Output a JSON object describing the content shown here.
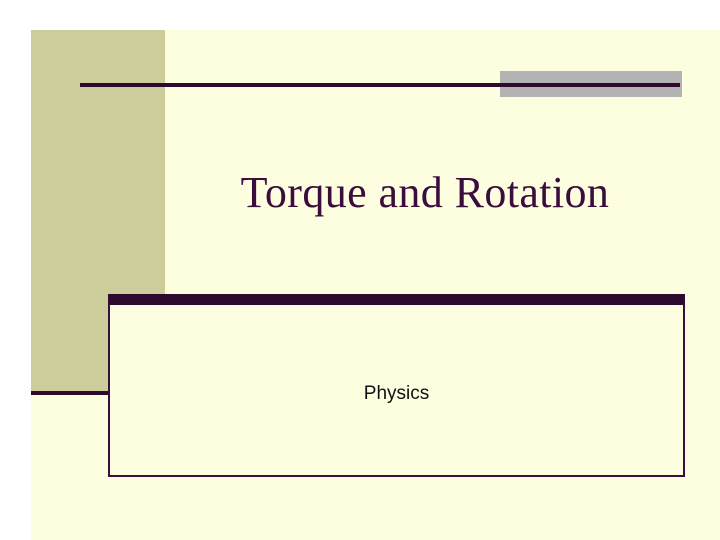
{
  "slide": {
    "title": "Torque and Rotation",
    "subtitle": "Physics",
    "decor": {
      "header_rule": "header-rule",
      "grey_accent_bar": "grey-accent-bar",
      "side_band": "olive-side-band",
      "band_foot_rule": "band-foot-rule"
    },
    "colors": {
      "page_background": "#fdfddf",
      "outer_background": "#ffffff",
      "side_band": "#cdcd9c",
      "grey_bar": "#b3b3b3",
      "rule_dark": "#2e0a2e",
      "title_text": "#3a0d3d",
      "subtitle_text": "#111111",
      "box_border": "#3a0d3d"
    }
  }
}
